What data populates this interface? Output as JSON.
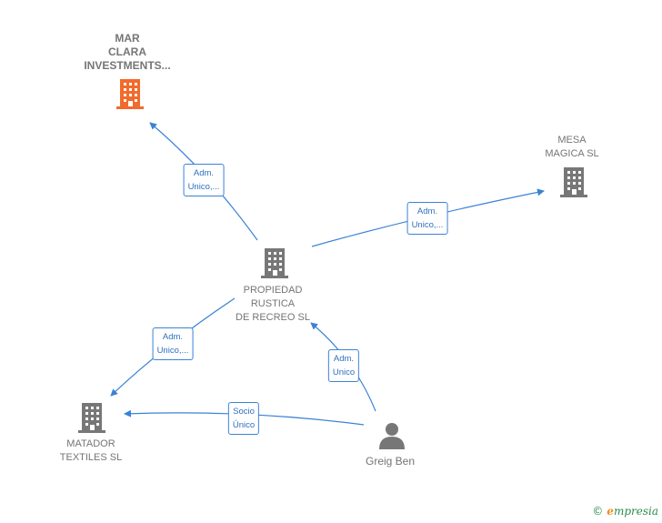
{
  "nodes": {
    "mar_clara": {
      "label": "MAR\nCLARA\nINVESTMENTS...",
      "color": "#f26b2c"
    },
    "mesa_magica": {
      "label": "MESA\nMAGICA  SL",
      "color": "#777777"
    },
    "propiedad": {
      "label": "PROPIEDAD\nRUSTICA\nDE RECREO SL",
      "color": "#777777"
    },
    "matador": {
      "label": "MATADOR\nTEXTILES  SL",
      "color": "#777777"
    },
    "greig_ben": {
      "label": "Greig Ben",
      "color": "#777777"
    }
  },
  "edges": {
    "e1": {
      "label": "Adm.\nUnico,..."
    },
    "e2": {
      "label": "Adm.\nUnico,..."
    },
    "e3": {
      "label": "Adm.\nUnico,..."
    },
    "e4": {
      "label": "Adm.\nUnico"
    },
    "e5": {
      "label": "Socio\nÚnico"
    }
  },
  "colors": {
    "edge": "#3b82d6"
  },
  "footer": {
    "copyright": "©",
    "brand_e": "e",
    "brand_rest": "mpresia"
  }
}
